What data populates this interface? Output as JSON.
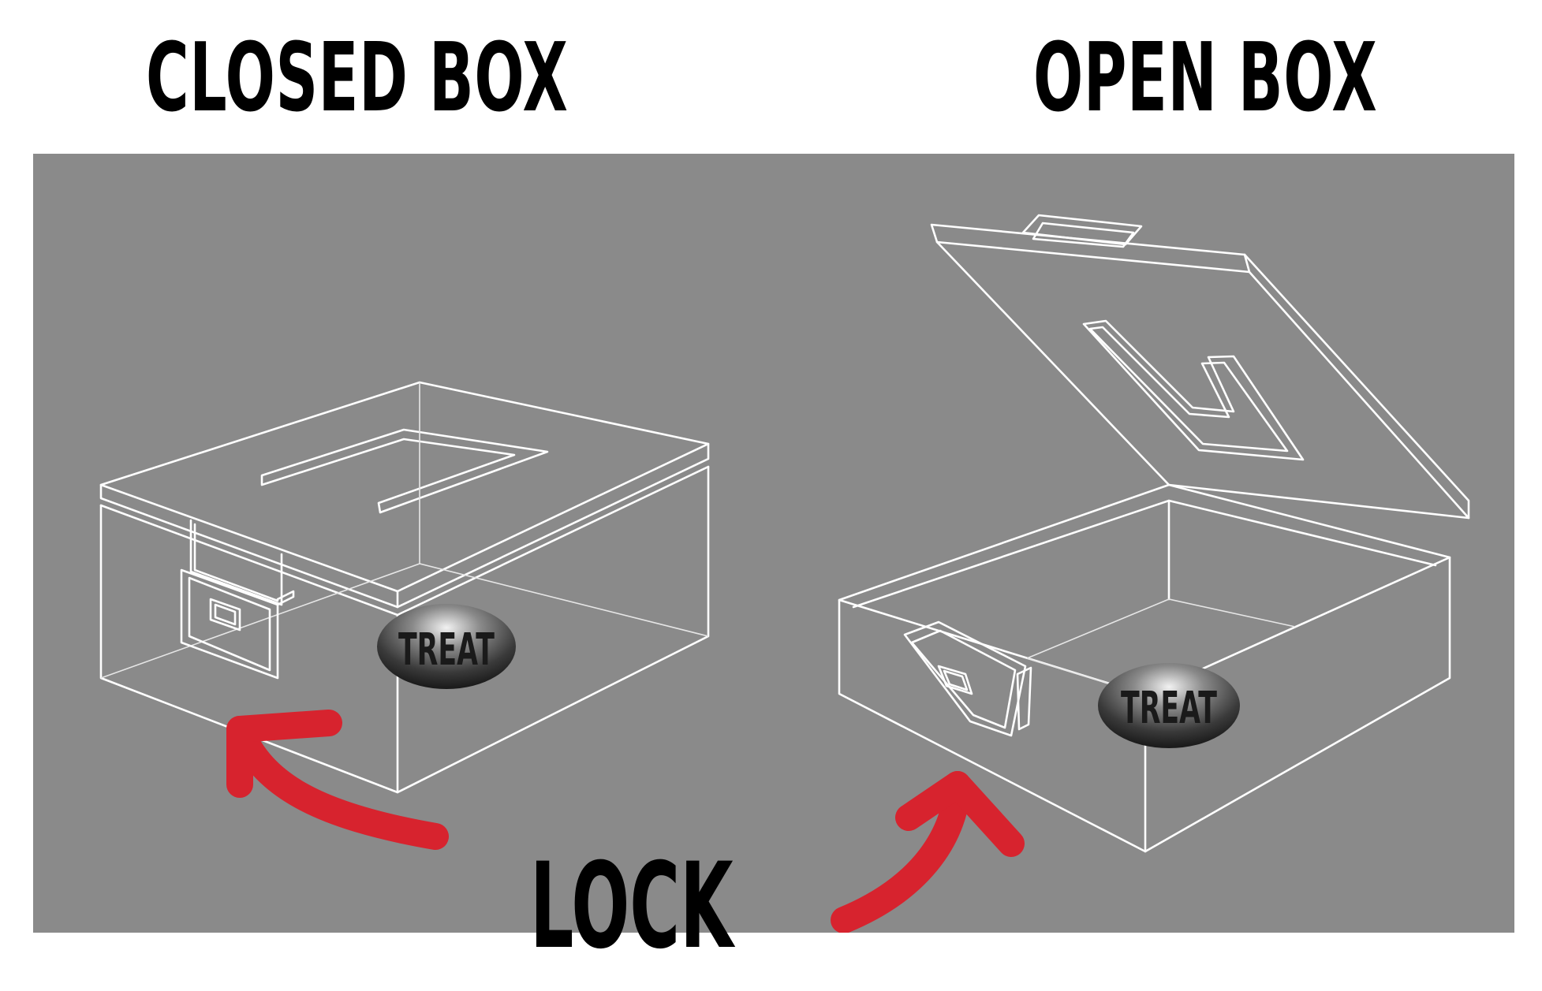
{
  "headings": {
    "closed": "CLOSED BOX",
    "open": "OPEN BOX"
  },
  "treat_label": "TREAT",
  "lock_label": "LOCK",
  "colors": {
    "background": "#8a8a8a",
    "wireframe": "#ffffff",
    "arrow": "#d7232e",
    "text": "#000000"
  }
}
